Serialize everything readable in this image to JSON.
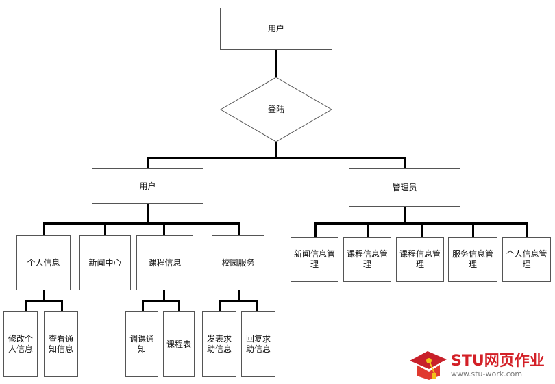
{
  "nodes": {
    "root_user": "用户",
    "login": "登陆",
    "user": "用户",
    "admin": "管理员",
    "personal_info": "个人信息",
    "news_center": "新闻中心",
    "course_info": "课程信息",
    "campus_service": "校园服务",
    "edit_personal": "修改个人信息",
    "view_notice": "查看通知信息",
    "course_adjust": "调课通知",
    "schedule": "课程表",
    "post_help": "发表求助信息",
    "reply_help": "回复求助信息",
    "news_mgmt": "新闻信息管理",
    "course_mgmt_1": "课程信息管理",
    "course_mgmt_2": "课程信息管理",
    "service_mgmt": "服务信息管理",
    "personal_mgmt": "个人信息管理"
  },
  "watermark": {
    "brand": "STU网页作业",
    "url": "www.stu-work.com",
    "colors": {
      "brand": "#d32027",
      "url": "#777777"
    }
  }
}
